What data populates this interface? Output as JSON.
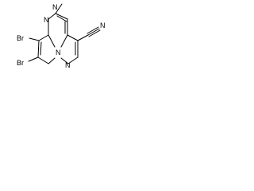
{
  "atoms": {
    "n_top": "N",
    "n_left": "N",
    "n_center": "N",
    "n_right": "N",
    "n_nitrile": "N",
    "br_upper": "Br",
    "br_lower": "Br"
  },
  "colors": {
    "bond": "#000000",
    "label": "#000000",
    "background": "#ffffff"
  }
}
